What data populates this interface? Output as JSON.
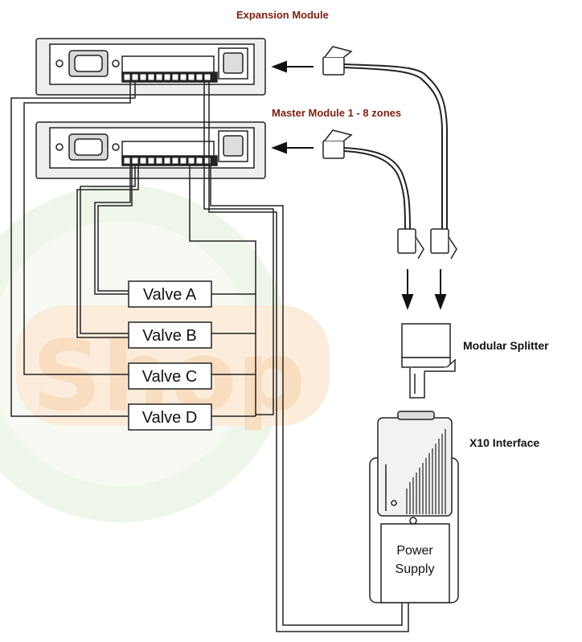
{
  "labels": {
    "expansion_module": "Expansion Module",
    "master_module": "Master Module 1 - 8 zones",
    "modular_splitter": "Modular Splitter",
    "x10_interface": "X10 Interface"
  },
  "valves": [
    {
      "label": "Valve A"
    },
    {
      "label": "Valve B"
    },
    {
      "label": "Valve C"
    },
    {
      "label": "Valve D"
    }
  ],
  "power_supply": {
    "line1": "Power",
    "line2": "Supply"
  },
  "colors": {
    "line": "#222222",
    "module_fill": "#f0f0f0",
    "red_label": "#7a1f12",
    "watermark_orange": "#f3b16a",
    "watermark_green": "#b7d8a0"
  }
}
